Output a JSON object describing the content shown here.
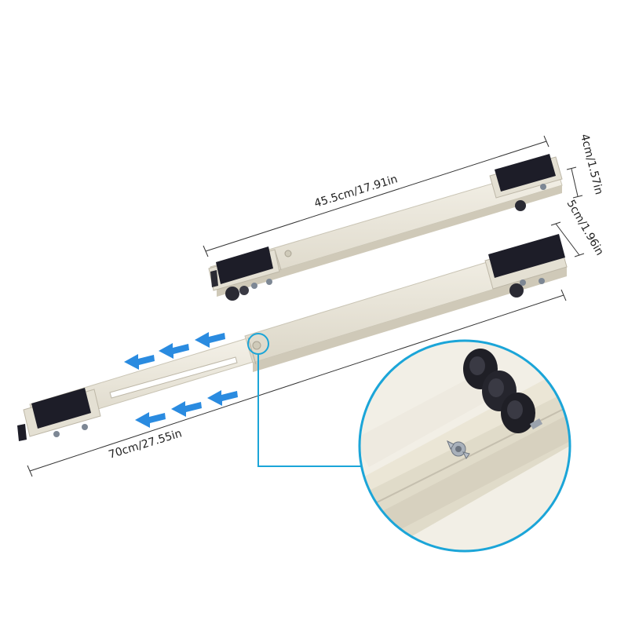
{
  "dimensions": {
    "short_length": "45.5cm/17.91in",
    "long_length": "70cm/27.55in",
    "height": "4cm/1.57in",
    "width": "5cm/1.96in"
  },
  "colors": {
    "bar": "#ece8dc",
    "bar_edge": "#c9c4b4",
    "pad": "#1d1d28",
    "wheel": "#2a2a33",
    "accent": "#1ba5d8",
    "arrow": "#2a8be0",
    "dim_line": "#333333"
  },
  "icons": {
    "arrows": "arrow-left-icon",
    "zoom": "magnifier-circle"
  }
}
